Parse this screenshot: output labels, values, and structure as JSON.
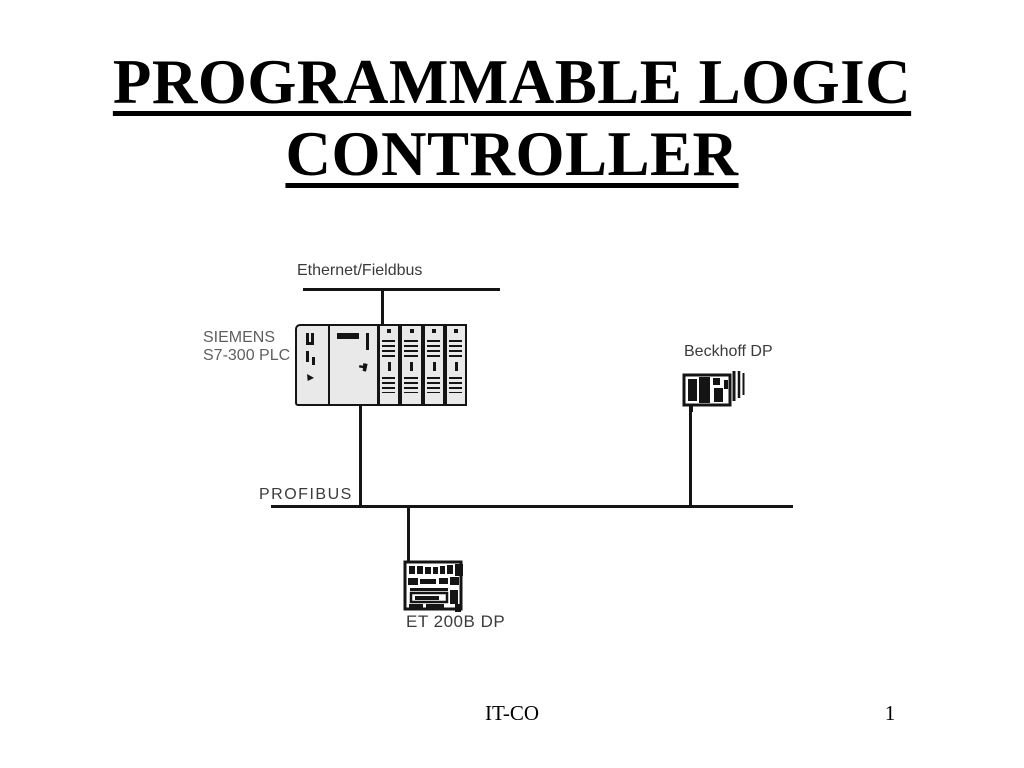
{
  "slide": {
    "title_line1": "PROGRAMMABLE LOGIC",
    "title_line2": "CONTROLLER",
    "footer": "IT-CO",
    "page_number": "1"
  },
  "diagram": {
    "ethernet_bus_label": "Ethernet/Fieldbus",
    "profibus_bus_label": "PROFIBUS",
    "plc_label_line1": "SIEMENS",
    "plc_label_line2": "S7-300 PLC",
    "beckhoff_label": "Beckhoff DP",
    "et200b_label": "ET 200B DP"
  },
  "colors": {
    "background": "#ffffff",
    "title_text": "#000000",
    "diagram_line": "#141414",
    "diagram_label": "#3b3b3b",
    "siemens_label": "#5f5f5f",
    "rack_fill": "#e9e9e9"
  }
}
